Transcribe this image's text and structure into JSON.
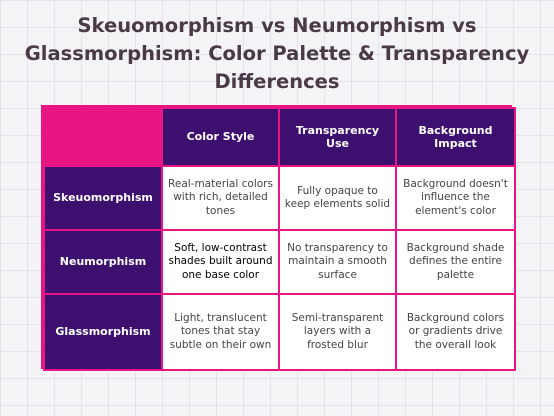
{
  "title_lines": [
    "Skeuomorphism vs Neumorphism vs",
    "Glassmorphism: Color Palette & Transparency",
    "Differences"
  ],
  "table": {
    "columns": [
      "Color Style",
      "Transparency Use",
      "Background Impact"
    ],
    "rows": [
      {
        "label": "Skeuomorphism",
        "cells": [
          "Real-material colors with rich, detailed tones",
          "Fully opaque to keep elements solid",
          "Background doesn't influence the element's color"
        ]
      },
      {
        "label": "Neumorphism",
        "cells": [
          "Soft, low-contrast shades built around one base color",
          "No transparency to maintain a smooth surface",
          "Background shade defines the entire palette"
        ]
      },
      {
        "label": "Glassmorphism",
        "cells": [
          "Light, translucent tones that stay subtle on their own",
          "Semi-transparent layers with a frosted blur",
          "Background colors or gradients drive the overall look"
        ]
      }
    ]
  },
  "colors": {
    "accent": "#ea1585",
    "header_bg": "#3d0f6e",
    "title_text": "#4a3a47"
  }
}
